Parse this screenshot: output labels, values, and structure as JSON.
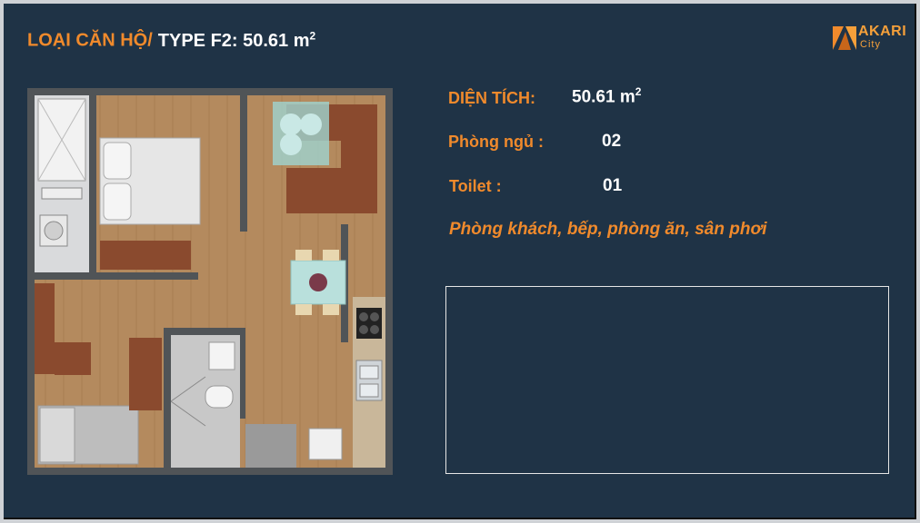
{
  "header": {
    "type_label": "LOẠI CĂN HỘ/",
    "type_value": "TYPE F2: 50.61 m",
    "type_value_sup": "2"
  },
  "logo": {
    "brand": "AKARI",
    "sub": "City",
    "accent_color": "#f08a2c"
  },
  "details": {
    "area_label": "DIỆN TÍCH:",
    "area_value": "50.61 m",
    "area_sup": "2",
    "bedroom_label": "Phòng ngủ :",
    "bedroom_value": "02",
    "toilet_label": "Toilet :",
    "toilet_value": "01",
    "rooms_text": "Phòng khách, bếp, phòng ăn, sân phơi"
  },
  "colors": {
    "background": "#1f3346",
    "accent": "#f08a2c",
    "text": "#ffffff"
  }
}
